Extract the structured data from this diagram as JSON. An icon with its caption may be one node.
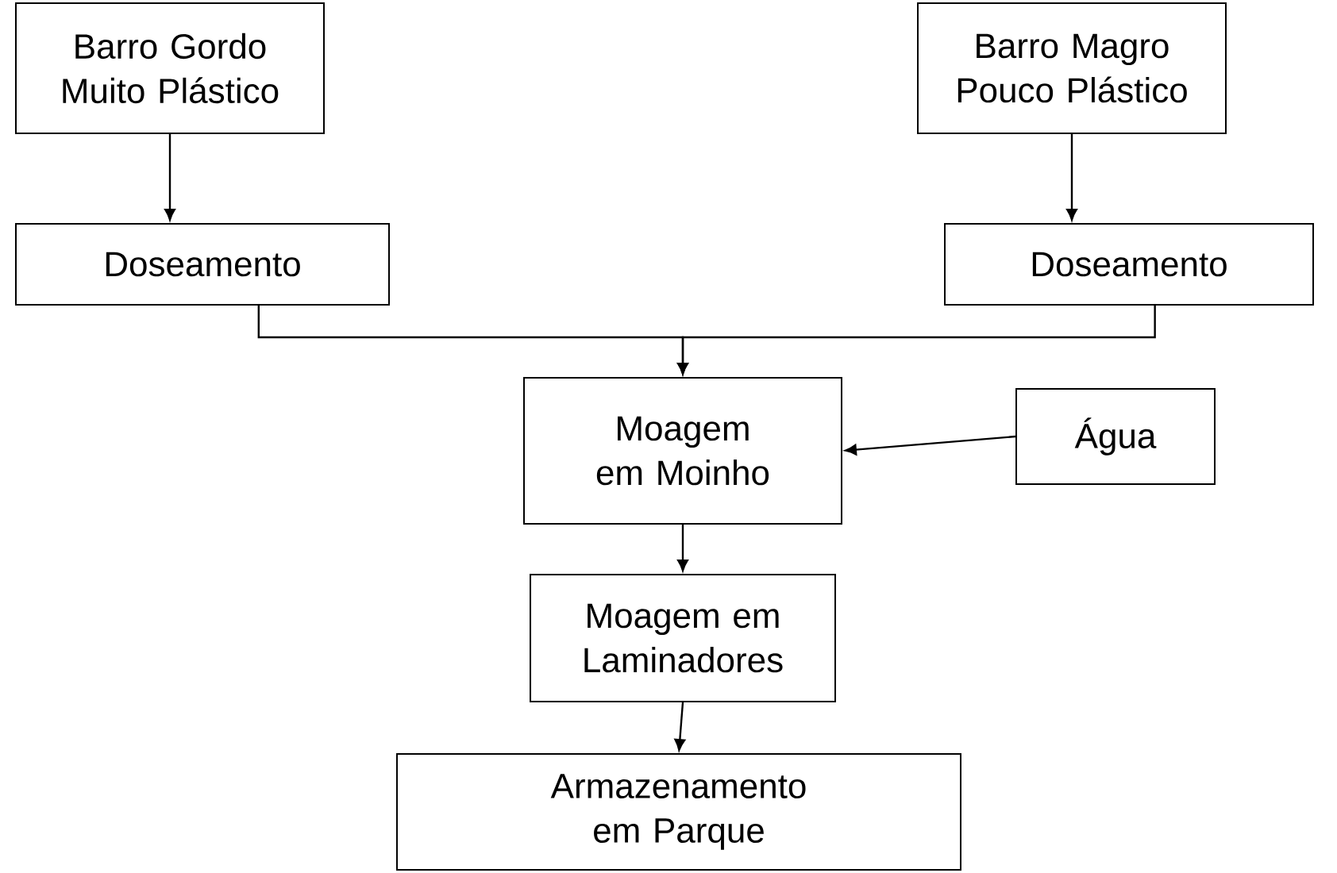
{
  "diagram": {
    "nodes": [
      {
        "text": [
          "Barro Gordo Muito Plástico"
        ]
      },
      {
        "text": [
          "Barro Magro Pouco Plástico"
        ]
      },
      {
        "text": [
          "Doseamento"
        ]
      },
      {
        "text": [
          "Doseamento"
        ]
      },
      {
        "text": [
          "Moagem em Moinho"
        ]
      },
      {
        "text": [
          "Água"
        ]
      },
      {
        "text": [
          "Moagem em Laminadores"
        ]
      },
      {
        "text": [
          "Armazenamento em Parque"
        ]
      }
    ],
    "edges": [
      {
        "from": 0,
        "to": 2,
        "arrow": "to"
      },
      {
        "from": 1,
        "to": 3,
        "arrow": "to"
      },
      {
        "from": 2,
        "to": 4,
        "arrow": "to"
      },
      {
        "from": 3,
        "to": 4,
        "arrow": "to"
      },
      {
        "from": 5,
        "to": 4,
        "arrow": "to"
      },
      {
        "from": 4,
        "to": 6,
        "arrow": "to"
      },
      {
        "from": 6,
        "to": 7,
        "arrow": "to"
      }
    ]
  }
}
